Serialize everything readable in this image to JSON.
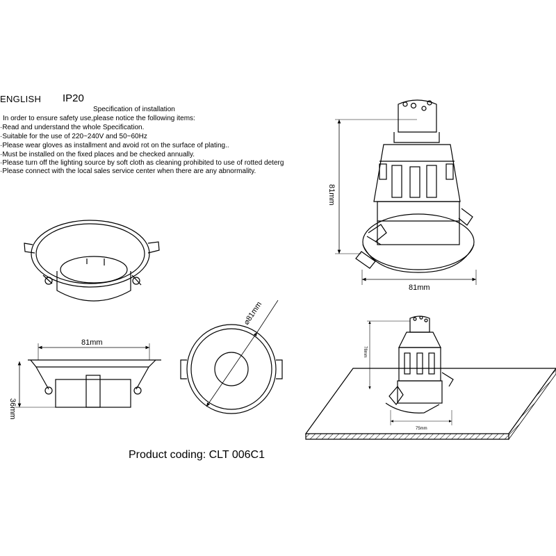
{
  "header": {
    "language": "ENGLISH",
    "rating": "IP20",
    "spec_title": "Specification of installation",
    "intro": "In order to ensure safety use,please notice the following items:"
  },
  "items": [
    "·Read and understand the whole Specification.",
    "·Suitable for the use of 220~240V and 50~60Hz",
    "·Please wear gloves as installment and avoid rot on the surface of plating..",
    "·Must be installed on the fixed places and be checked annually.",
    "·Please turn off the lighting source by soft cloth as cleaning prohibited to use of rotted deterg",
    "·Please connect with the local sales service center when there are any abnormality."
  ],
  "dimensions": {
    "lamp_height": "81mm",
    "lamp_width": "81mm",
    "side_width": "81mm",
    "side_height": "36mm",
    "top_diameter": "⌀81mm",
    "installed_height": "78mm",
    "installed_width": "75mm"
  },
  "footer": {
    "product_coding": "Product coding: CLT 006C1"
  }
}
